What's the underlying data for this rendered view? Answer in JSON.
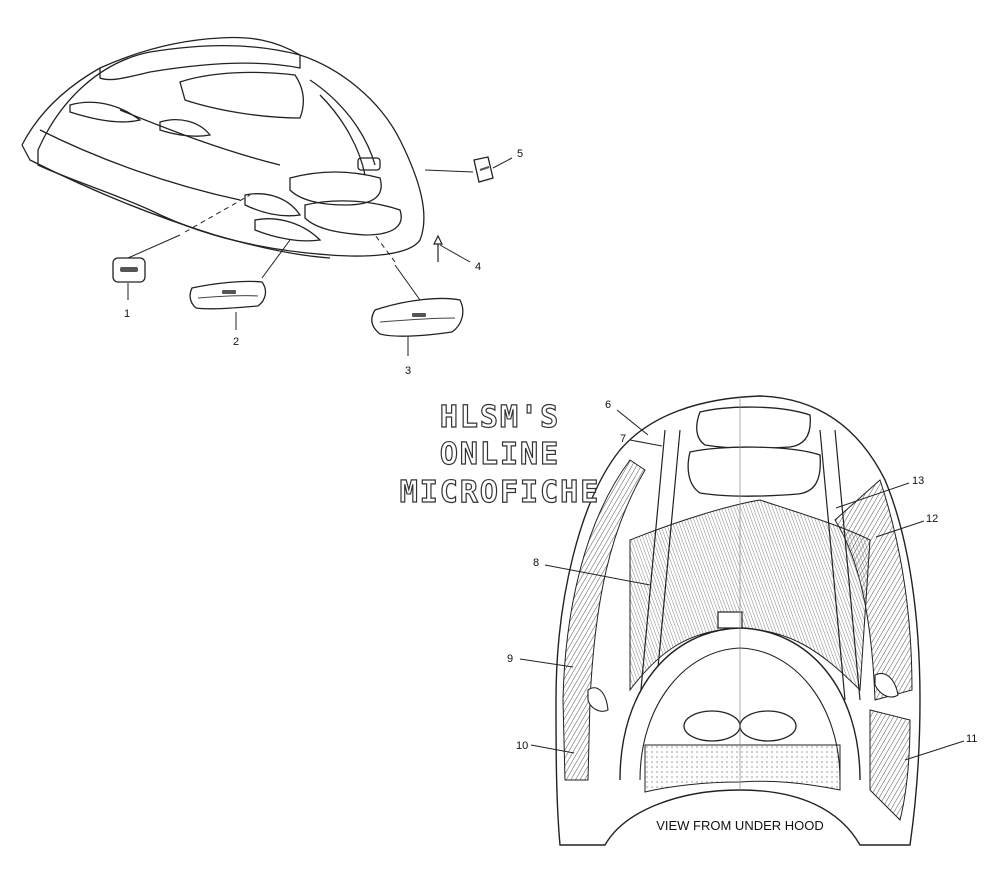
{
  "watermark": {
    "line1": "HLSM'S",
    "line2": "ONLINE",
    "line3": "MICROFICHE"
  },
  "callouts": [
    "1",
    "2",
    "3",
    "4",
    "5",
    "6",
    "7",
    "8",
    "9",
    "10",
    "11",
    "12",
    "13"
  ],
  "caption": "VIEW FROM UNDER HOOD",
  "colors": {
    "line": "#222222",
    "hatch": "#555555",
    "background": "#ffffff"
  }
}
